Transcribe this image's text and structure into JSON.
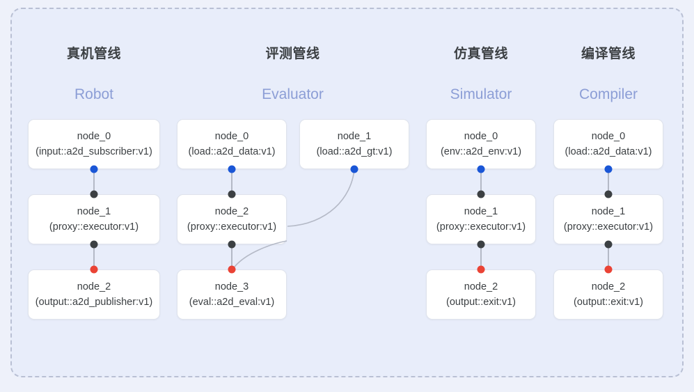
{
  "diagram": {
    "frame_style": "dashed-rounded",
    "background_color": "#e8edfa",
    "page_background": "#eef1fa",
    "border_color": "#b9c0d4"
  },
  "colors": {
    "title": "#3c4043",
    "subtitle": "#8c9ed6",
    "node_border": "#dfe3ec",
    "node_background": "#ffffff",
    "dot_input": "#1a56d6",
    "dot_link": "#3c4043",
    "dot_output": "#ea4335",
    "edge": "#b4b9c6"
  },
  "columns": [
    {
      "id": "robot",
      "title": "真机管线",
      "subtitle": "Robot",
      "nodes": [
        {
          "name": "node_0",
          "type": "(input::a2d_subscriber:v1)"
        },
        {
          "name": "node_1",
          "type": "(proxy::executor:v1)"
        },
        {
          "name": "node_2",
          "type": "(output::a2d_publisher:v1)"
        }
      ]
    },
    {
      "id": "evaluator",
      "title": "评测管线",
      "subtitle": "Evaluator",
      "nodes": [
        {
          "name": "node_0",
          "type": "(load::a2d_data:v1)"
        },
        {
          "name": "node_1",
          "type": "(load::a2d_gt:v1)"
        },
        {
          "name": "node_2",
          "type": "(proxy::executor:v1)"
        },
        {
          "name": "node_3",
          "type": "(eval::a2d_eval:v1)"
        }
      ]
    },
    {
      "id": "simulator",
      "title": "仿真管线",
      "subtitle": "Simulator",
      "nodes": [
        {
          "name": "node_0",
          "type": "(env::a2d_env:v1)"
        },
        {
          "name": "node_1",
          "type": "(proxy::executor:v1)"
        },
        {
          "name": "node_2",
          "type": "(output::exit:v1)"
        }
      ]
    },
    {
      "id": "compiler",
      "title": "编译管线",
      "subtitle": "Compiler",
      "nodes": [
        {
          "name": "node_0",
          "type": "(load::a2d_data:v1)"
        },
        {
          "name": "node_1",
          "type": "(proxy::executor:v1)"
        },
        {
          "name": "node_2",
          "type": "(output::exit:v1)"
        }
      ]
    }
  ]
}
